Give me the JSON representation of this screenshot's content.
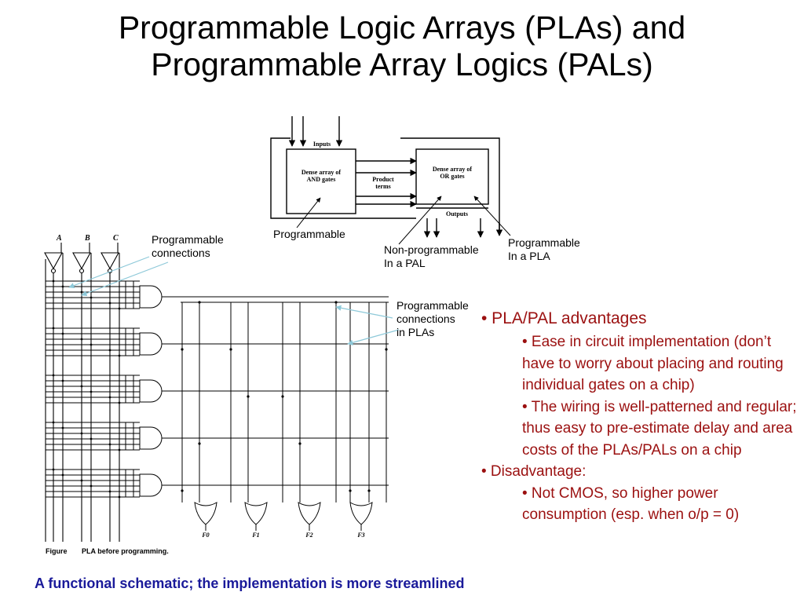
{
  "slide": {
    "title_line1": "Programmable Logic Arrays (PLAs) and",
    "title_line2": "Programmable Array Logics (PALs)"
  },
  "block_diagram": {
    "inputs_label": "Inputs",
    "and_array_line1": "Dense array of",
    "and_array_line2": "AND gates",
    "product_terms_line1": "Product",
    "product_terms_line2": "terms",
    "or_array_line1": "Dense array of",
    "or_array_line2": "OR gates",
    "outputs_label": "Outputs"
  },
  "annotations": {
    "programmable": "Programmable",
    "non_programmable_line1": "Non-programmable",
    "non_programmable_line2": "In a PAL",
    "programmable_pla_line1": "Programmable",
    "programmable_pla_line2": "In a PLA",
    "prog_connections_line1": "Programmable",
    "prog_connections_line2": "connections",
    "prog_pla_line1": "Programmable",
    "prog_pla_line2": "connections",
    "prog_pla_line3": "in PLAs"
  },
  "schematic": {
    "input_a": "A",
    "input_b": "B",
    "input_c": "C",
    "outputs": [
      "F0",
      "F1",
      "F2",
      "F3"
    ],
    "figure_word": "Figure",
    "figure_caption": "PLA before programming."
  },
  "bullets": {
    "advantages_heading": "• PLA/PAL advantages",
    "adv1": "• Ease in circuit implementation (don’t have to worry about placing and routing individual gates on a chip)",
    "adv2": "• The wiring is well-patterned and regular; thus easy to pre-estimate delay and area costs of the PLAs/PALs on a chip",
    "disadvantage_heading": "• Disadvantage:",
    "dis1": "• Not CMOS, so higher power consumption (esp. when o/p = 0)"
  },
  "caption": "A functional schematic; the implementation is more streamlined",
  "colors": {
    "title": "#000000",
    "bullets": "#9b1010",
    "caption": "#1a1a9a",
    "arrow": "#8ec9d9"
  }
}
